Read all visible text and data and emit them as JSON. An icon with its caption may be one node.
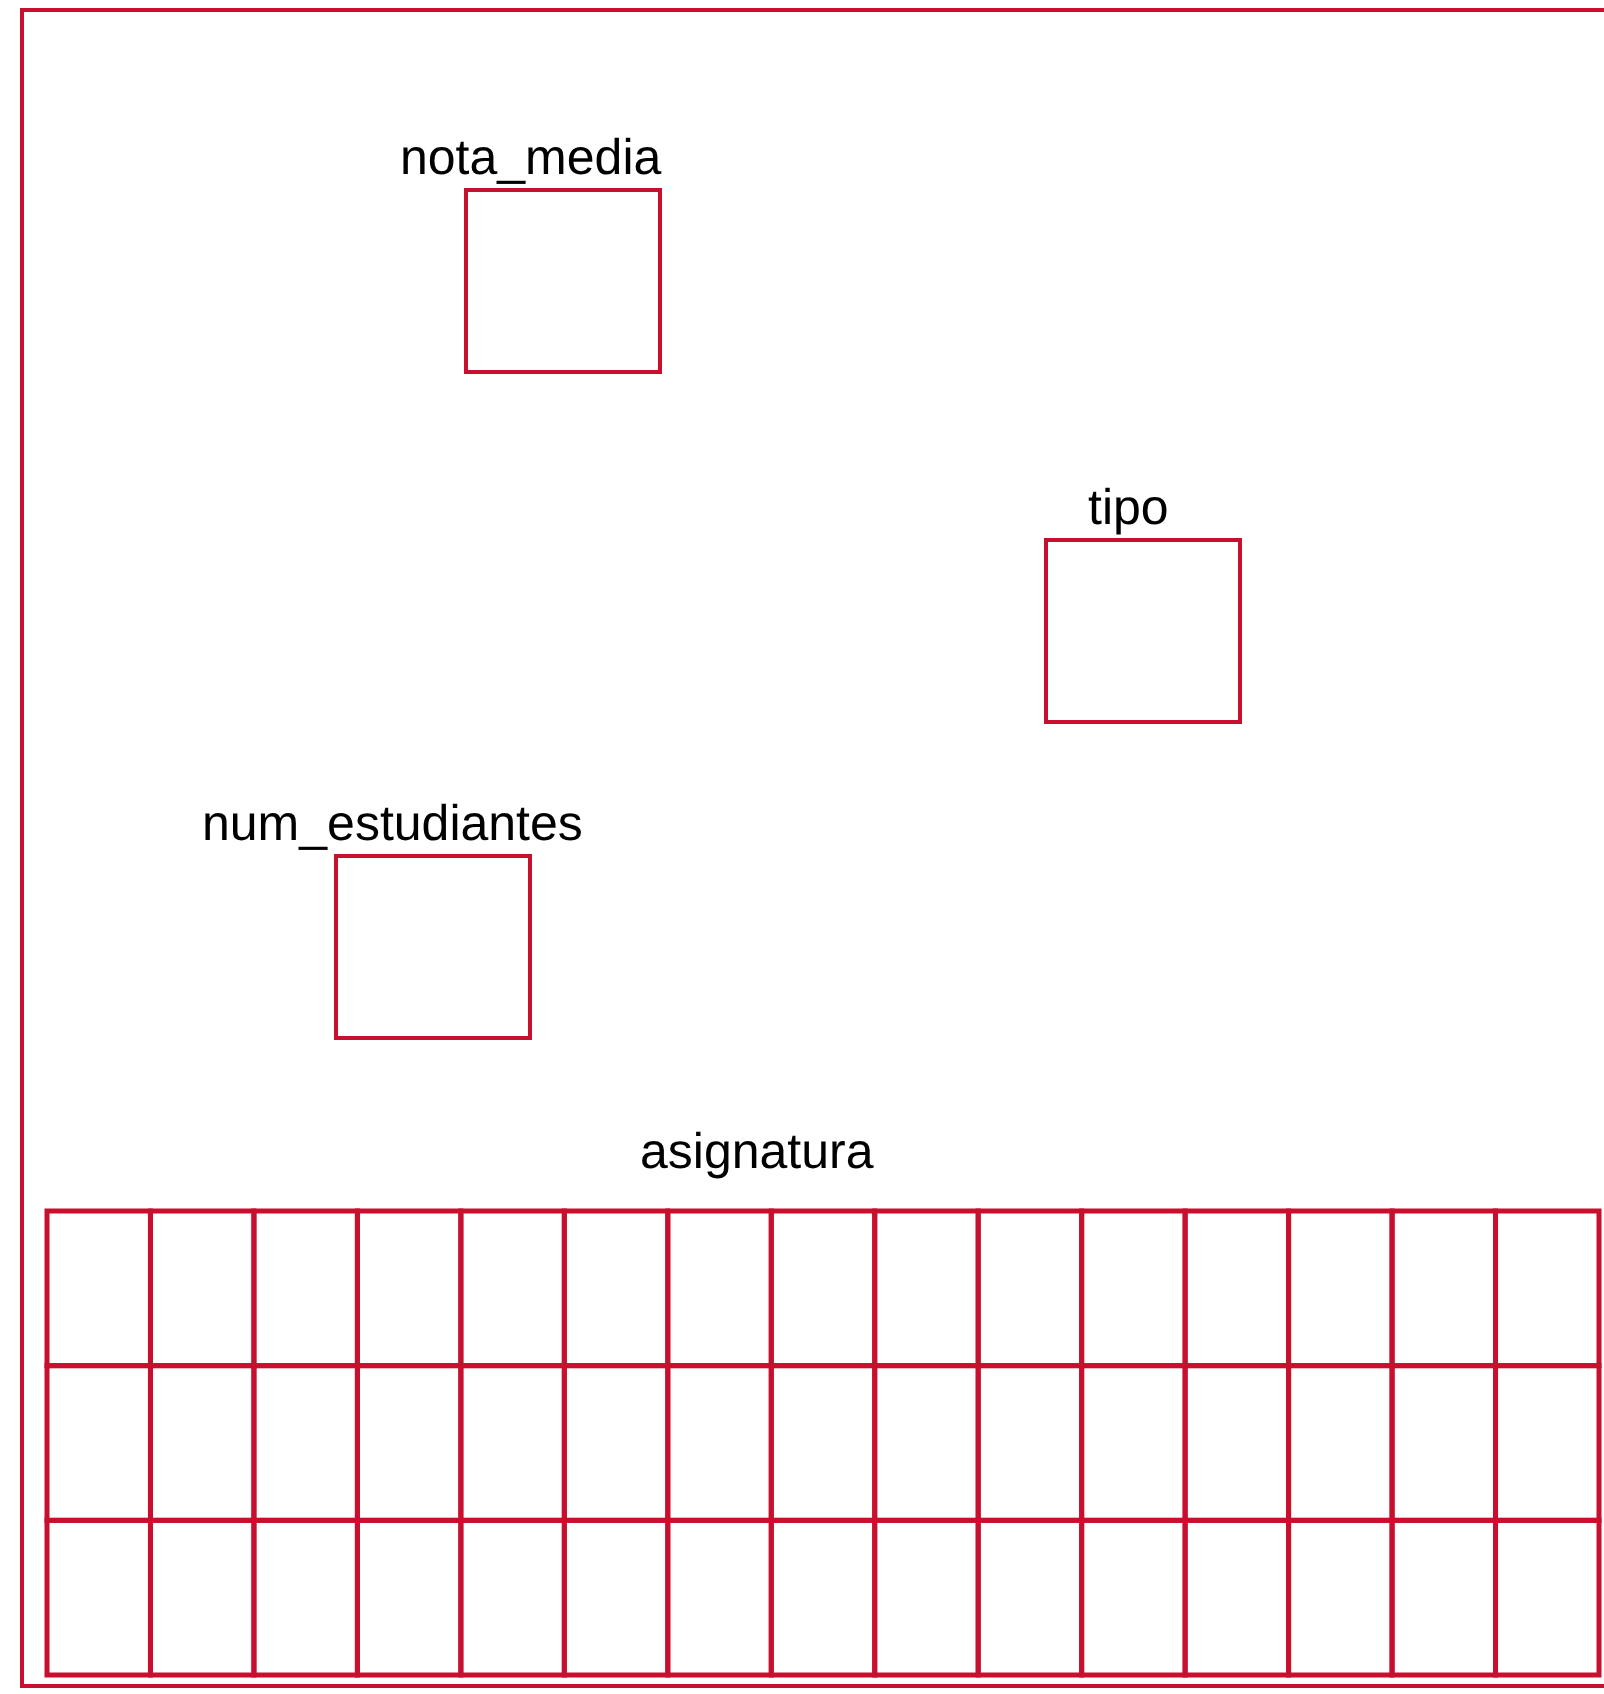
{
  "diagram": {
    "nodes": [
      {
        "text": [
          "nota_media"
        ]
      },
      {
        "text": [
          "tipo"
        ]
      },
      {
        "text": [
          "num_estudiantes"
        ]
      },
      {
        "text": [
          "asignatura"
        ]
      }
    ],
    "edges": []
  }
}
